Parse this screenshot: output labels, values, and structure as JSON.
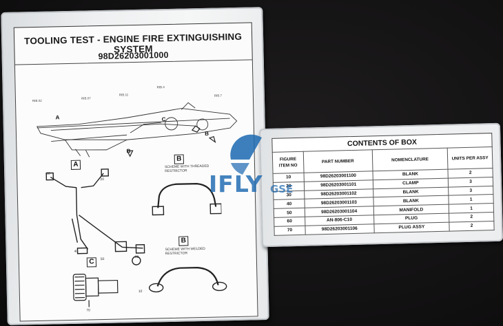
{
  "left_card": {
    "title": "TOOLING TEST - ENGINE FIRE EXTINGUISHING SYSTEM",
    "part_number": "98D26203001000",
    "drawing": {
      "rib_labels": [
        "RIB.02",
        "RIB.07",
        "RIB.11",
        "RIB.4",
        "RIB.7"
      ],
      "view_labels": [
        "A",
        "B",
        "C",
        "B"
      ],
      "section_labels": [
        "A",
        "B",
        "C"
      ],
      "note_threaded": "SCHEME WITH THREADED RESTRICTOR",
      "note_welded": "SCHEME WITH WELDED RESTRICTOR",
      "callouts": [
        "30",
        "20",
        "40",
        "50",
        "60",
        "70",
        "10"
      ]
    }
  },
  "contents": {
    "title": "CONTENTS OF BOX",
    "headers": [
      "FIGURE ITEM NO",
      "PART NUMBER",
      "NOMENCLATURE",
      "UNITS PER ASSY"
    ],
    "rows": [
      [
        "10",
        "98D26203001100",
        "BLANK",
        "2"
      ],
      [
        "20",
        "98D26203001101",
        "CLAMP",
        "3"
      ],
      [
        "30",
        "98D26203001102",
        "BLANK",
        "3"
      ],
      [
        "40",
        "98D26203001103",
        "BLANK",
        "1"
      ],
      [
        "50",
        "98D26203001104",
        "MANIFOLD",
        "1"
      ],
      [
        "60",
        "AN-806-C10",
        "PLUG",
        "2"
      ],
      [
        "70",
        "98D26203001106",
        "PLUG ASSY",
        "2"
      ]
    ]
  },
  "watermark": {
    "brand": "IFLY",
    "sub": "GSE",
    "color": "#1b68b0"
  }
}
